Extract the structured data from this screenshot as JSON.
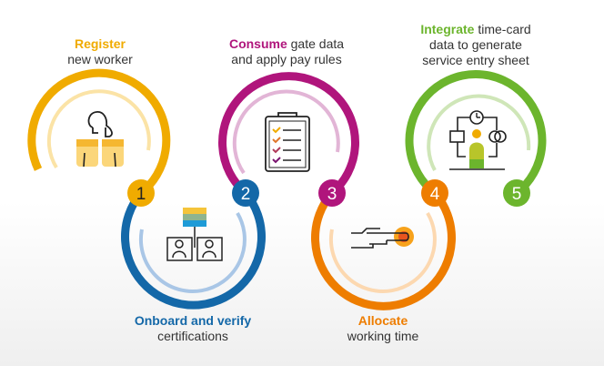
{
  "colors": {
    "yellow": "#F0AB00",
    "blue": "#1468A8",
    "magenta": "#B0157C",
    "orange": "#EE7D00",
    "green": "#6CB52D",
    "text": "#333333"
  },
  "steps": [
    {
      "number": "1",
      "highlight": "Register",
      "line1_rest": "",
      "line2": "new worker",
      "line3": "",
      "icon": "worker-icon"
    },
    {
      "number": "2",
      "highlight": "Onboard and verify",
      "line1_rest": "",
      "line2": "certifications",
      "line3": "",
      "icon": "org-chart-icon"
    },
    {
      "number": "3",
      "highlight": "Consume",
      "line1_rest": " gate data",
      "line2": "and apply pay rules",
      "line3": "",
      "icon": "clipboard-checklist-icon"
    },
    {
      "number": "4",
      "highlight": "Allocate",
      "line1_rest": "",
      "line2": "working time",
      "line3": "",
      "icon": "hand-pointer-button-icon"
    },
    {
      "number": "5",
      "highlight": "Integrate",
      "line1_rest": " time-card",
      "line2": "data to generate",
      "line3": "service entry sheet",
      "icon": "integration-icon"
    }
  ]
}
